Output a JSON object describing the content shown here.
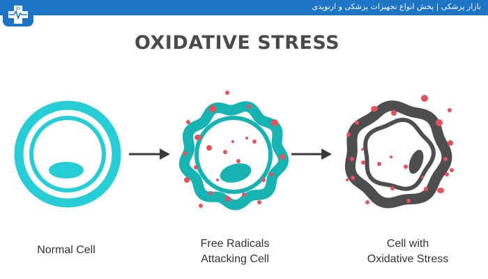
{
  "header": {
    "banner_text": "بازار پزشکی | پخش انواع تجهیزات پزشکی و ارتوپدی",
    "logo_icon": "medical-cross-heartbeat-icon",
    "logo_mark": "BP",
    "color": "#1d74c4"
  },
  "title": "OXIDATIVE STRESS",
  "colors": {
    "healthy": "#26cdd7",
    "attacked": "#17b3b3",
    "damaged": "#4e4e4e",
    "radical": "#e9505e",
    "arrow": "#3a3a3a"
  },
  "stages": [
    {
      "label_lines": [
        "Normal Cell"
      ]
    },
    {
      "label_lines": [
        "Free Radicals",
        "Attacking Cell"
      ]
    },
    {
      "label_lines": [
        "Cell with",
        "Oxidative Stress"
      ]
    }
  ]
}
